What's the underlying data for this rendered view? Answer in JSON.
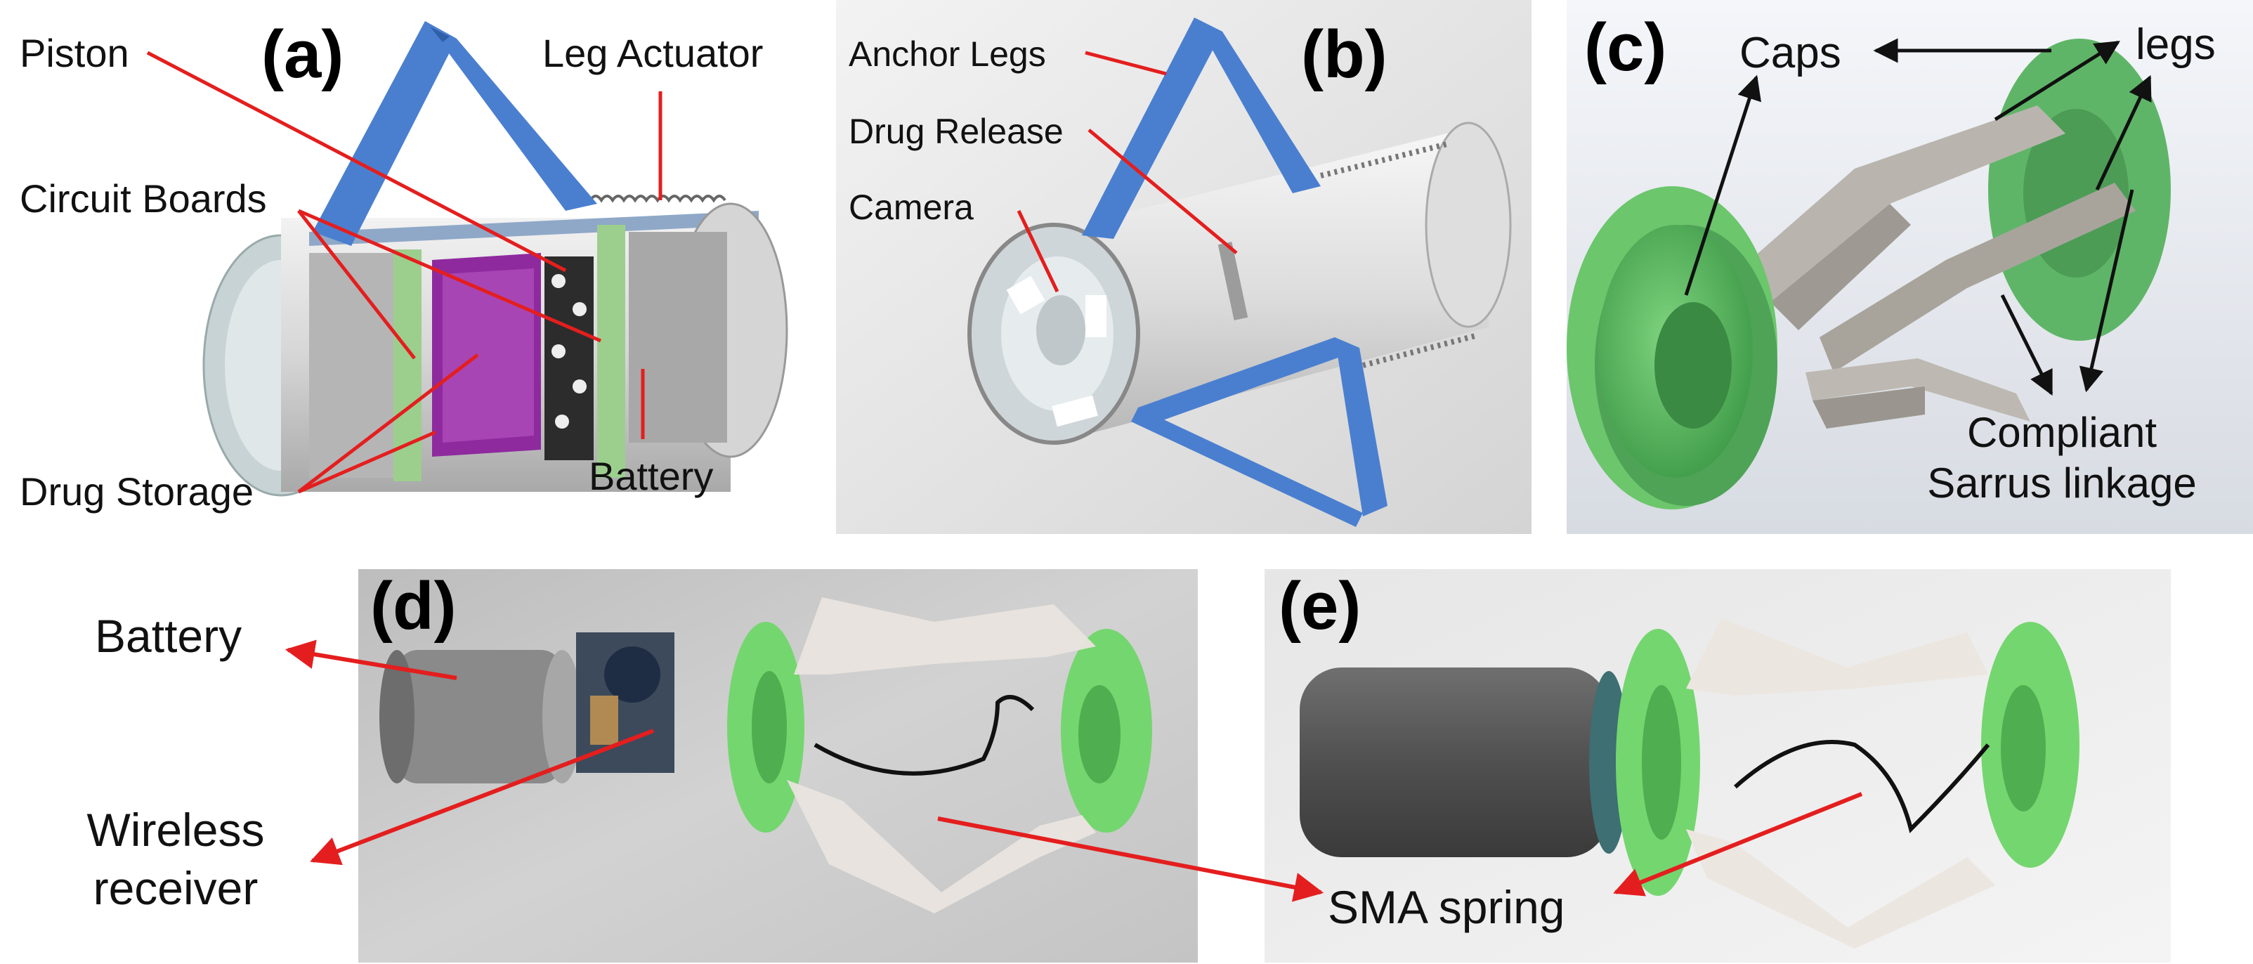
{
  "panels": {
    "a": {
      "id": "(a)",
      "labels": {
        "piston": "Piston",
        "leg_actuator": "Leg Actuator",
        "circuit_boards": "Circuit Boards",
        "drug_storage": "Drug Storage",
        "battery": "Battery"
      }
    },
    "b": {
      "id": "(b)",
      "labels": {
        "anchor_legs": "Anchor Legs",
        "drug_release": "Drug Release",
        "camera": "Camera"
      }
    },
    "c": {
      "id": "(c)",
      "labels": {
        "caps": "Caps",
        "legs": "legs",
        "compliant_line1": "Compliant",
        "compliant_line2": "Sarrus linkage"
      }
    },
    "d": {
      "id": "(d)",
      "labels": {
        "battery": "Battery",
        "wireless_line1": "Wireless",
        "wireless_line2": "receiver"
      }
    },
    "e": {
      "id": "(e)",
      "labels": {
        "sma_spring": "SMA spring"
      }
    }
  },
  "colors": {
    "leader_red": "#e41e1e",
    "leader_black": "#111111",
    "leg_blue": "#4a7fd0",
    "cap_green": "#6cc66c",
    "drug_purple": "#8e2a9e",
    "body_grey": "#c9c9c9",
    "photo_bg": "#d8d8d8"
  }
}
